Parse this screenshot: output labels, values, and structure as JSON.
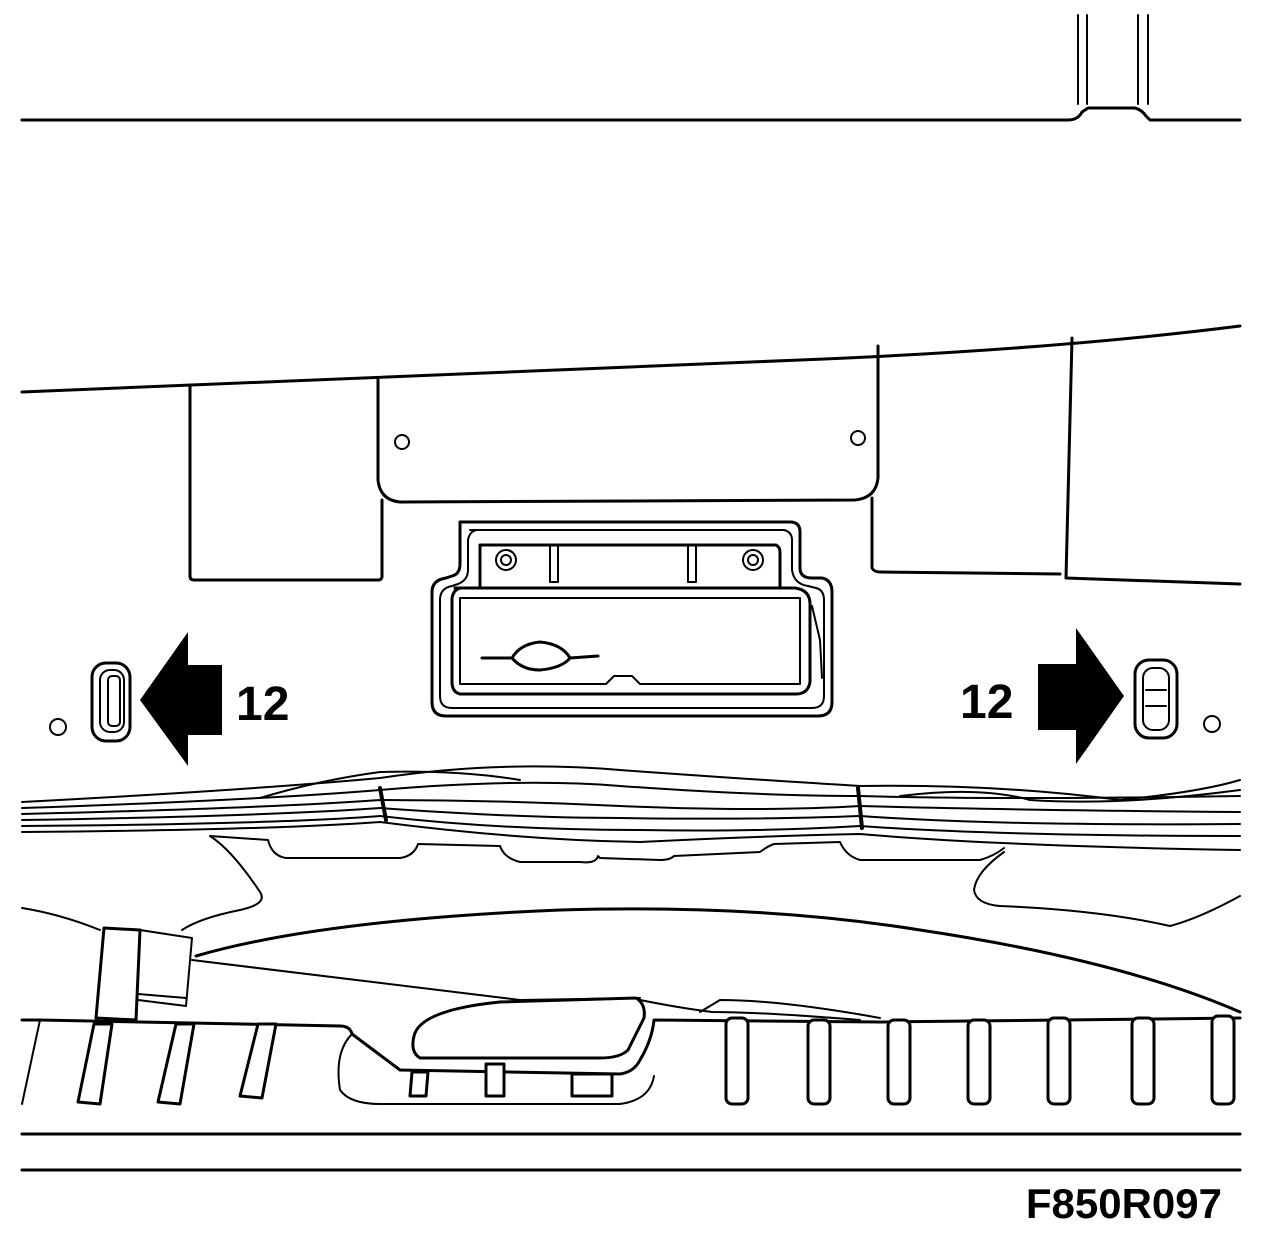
{
  "figure": {
    "code": "F850R097"
  },
  "callouts": {
    "left_label": "12",
    "right_label": "12"
  }
}
